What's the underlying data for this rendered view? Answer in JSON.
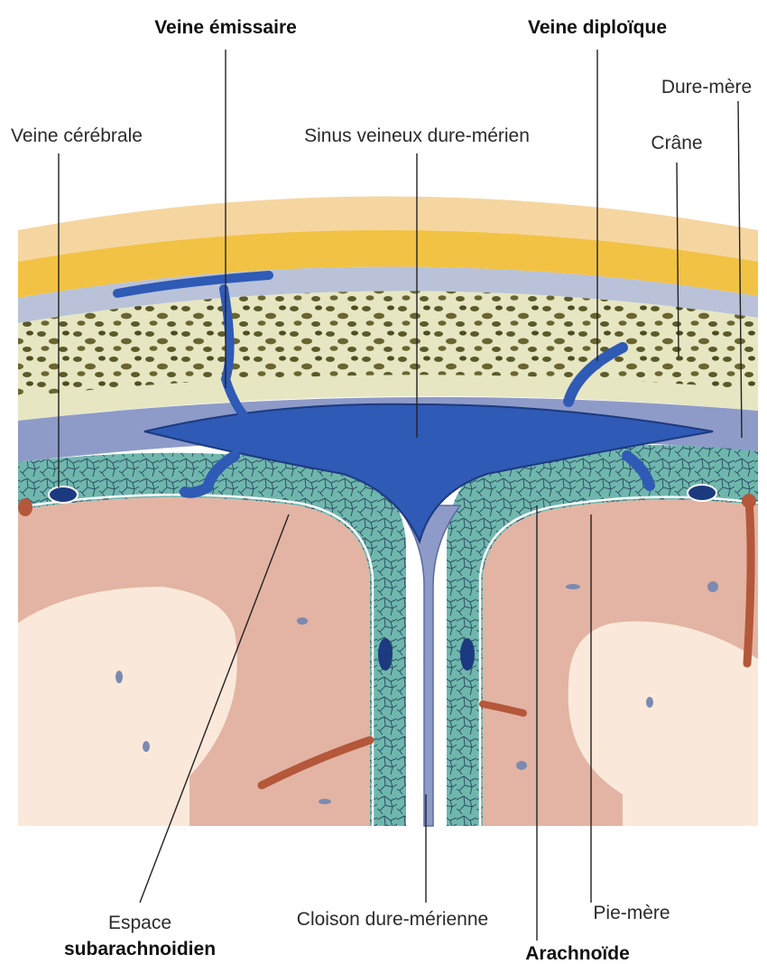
{
  "labels": {
    "veine_emissaire": "Veine émissaire",
    "veine_diploique": "Veine diploïque",
    "dure_mere": "Dure-mère",
    "veine_cerebrale": "Veine cérébrale",
    "sinus": "Sinus veineux dure-mérien",
    "crane": "Crâne",
    "espace_line1": "Espace",
    "espace_line2": "subarachnoidien",
    "cloison": "Cloison dure-mérienne",
    "pie_mere": "Pie-mère",
    "arachnoide": "Arachnoïde"
  },
  "colors": {
    "scalp": "#f6d6a0",
    "scalp_yellow": "#f2c244",
    "periosteum": "#b9c2d8",
    "bone": "#e6e6c2",
    "bone_speckle": "#5b5a2a",
    "dura": "#8e9bc8",
    "sinus": "#2f5ab5",
    "arachnoid_mesh": "#6fb7ad",
    "brain_outer": "#e3b4a3",
    "brain_inner": "#fae9da",
    "vessel": "#b4573a"
  }
}
